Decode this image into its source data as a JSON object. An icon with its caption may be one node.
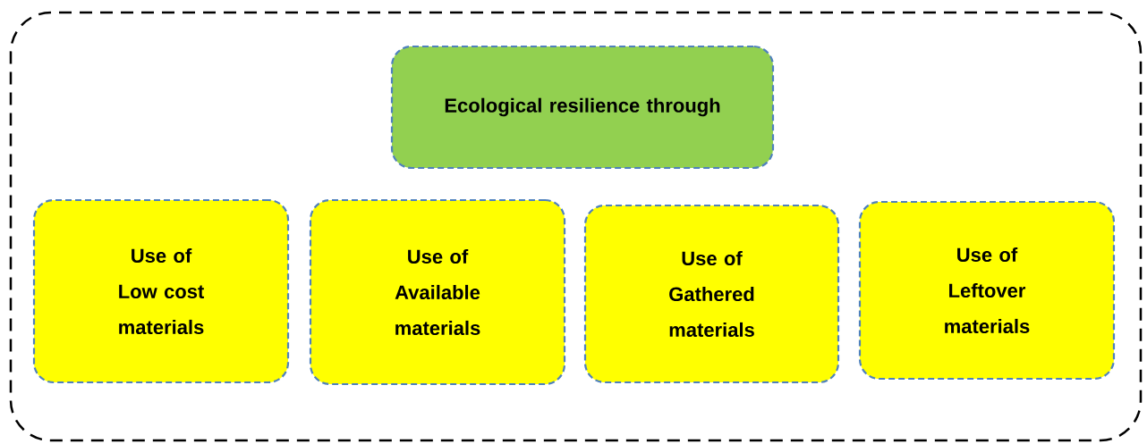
{
  "diagram": {
    "nodes": [
      {
        "text": [],
        "shape": "box"
      },
      {
        "text": [
          "Ecological resilience through"
        ],
        "in": 0
      },
      {
        "text": [
          "Use of Low cost materials"
        ],
        "in": 0
      },
      {
        "text": [
          "Use of Available materials"
        ],
        "in": 0
      },
      {
        "text": [
          "Use of Gathered materials"
        ],
        "in": 0
      },
      {
        "text": [
          "Use of Leftover materials"
        ],
        "in": 0
      }
    ],
    "edges": []
  }
}
